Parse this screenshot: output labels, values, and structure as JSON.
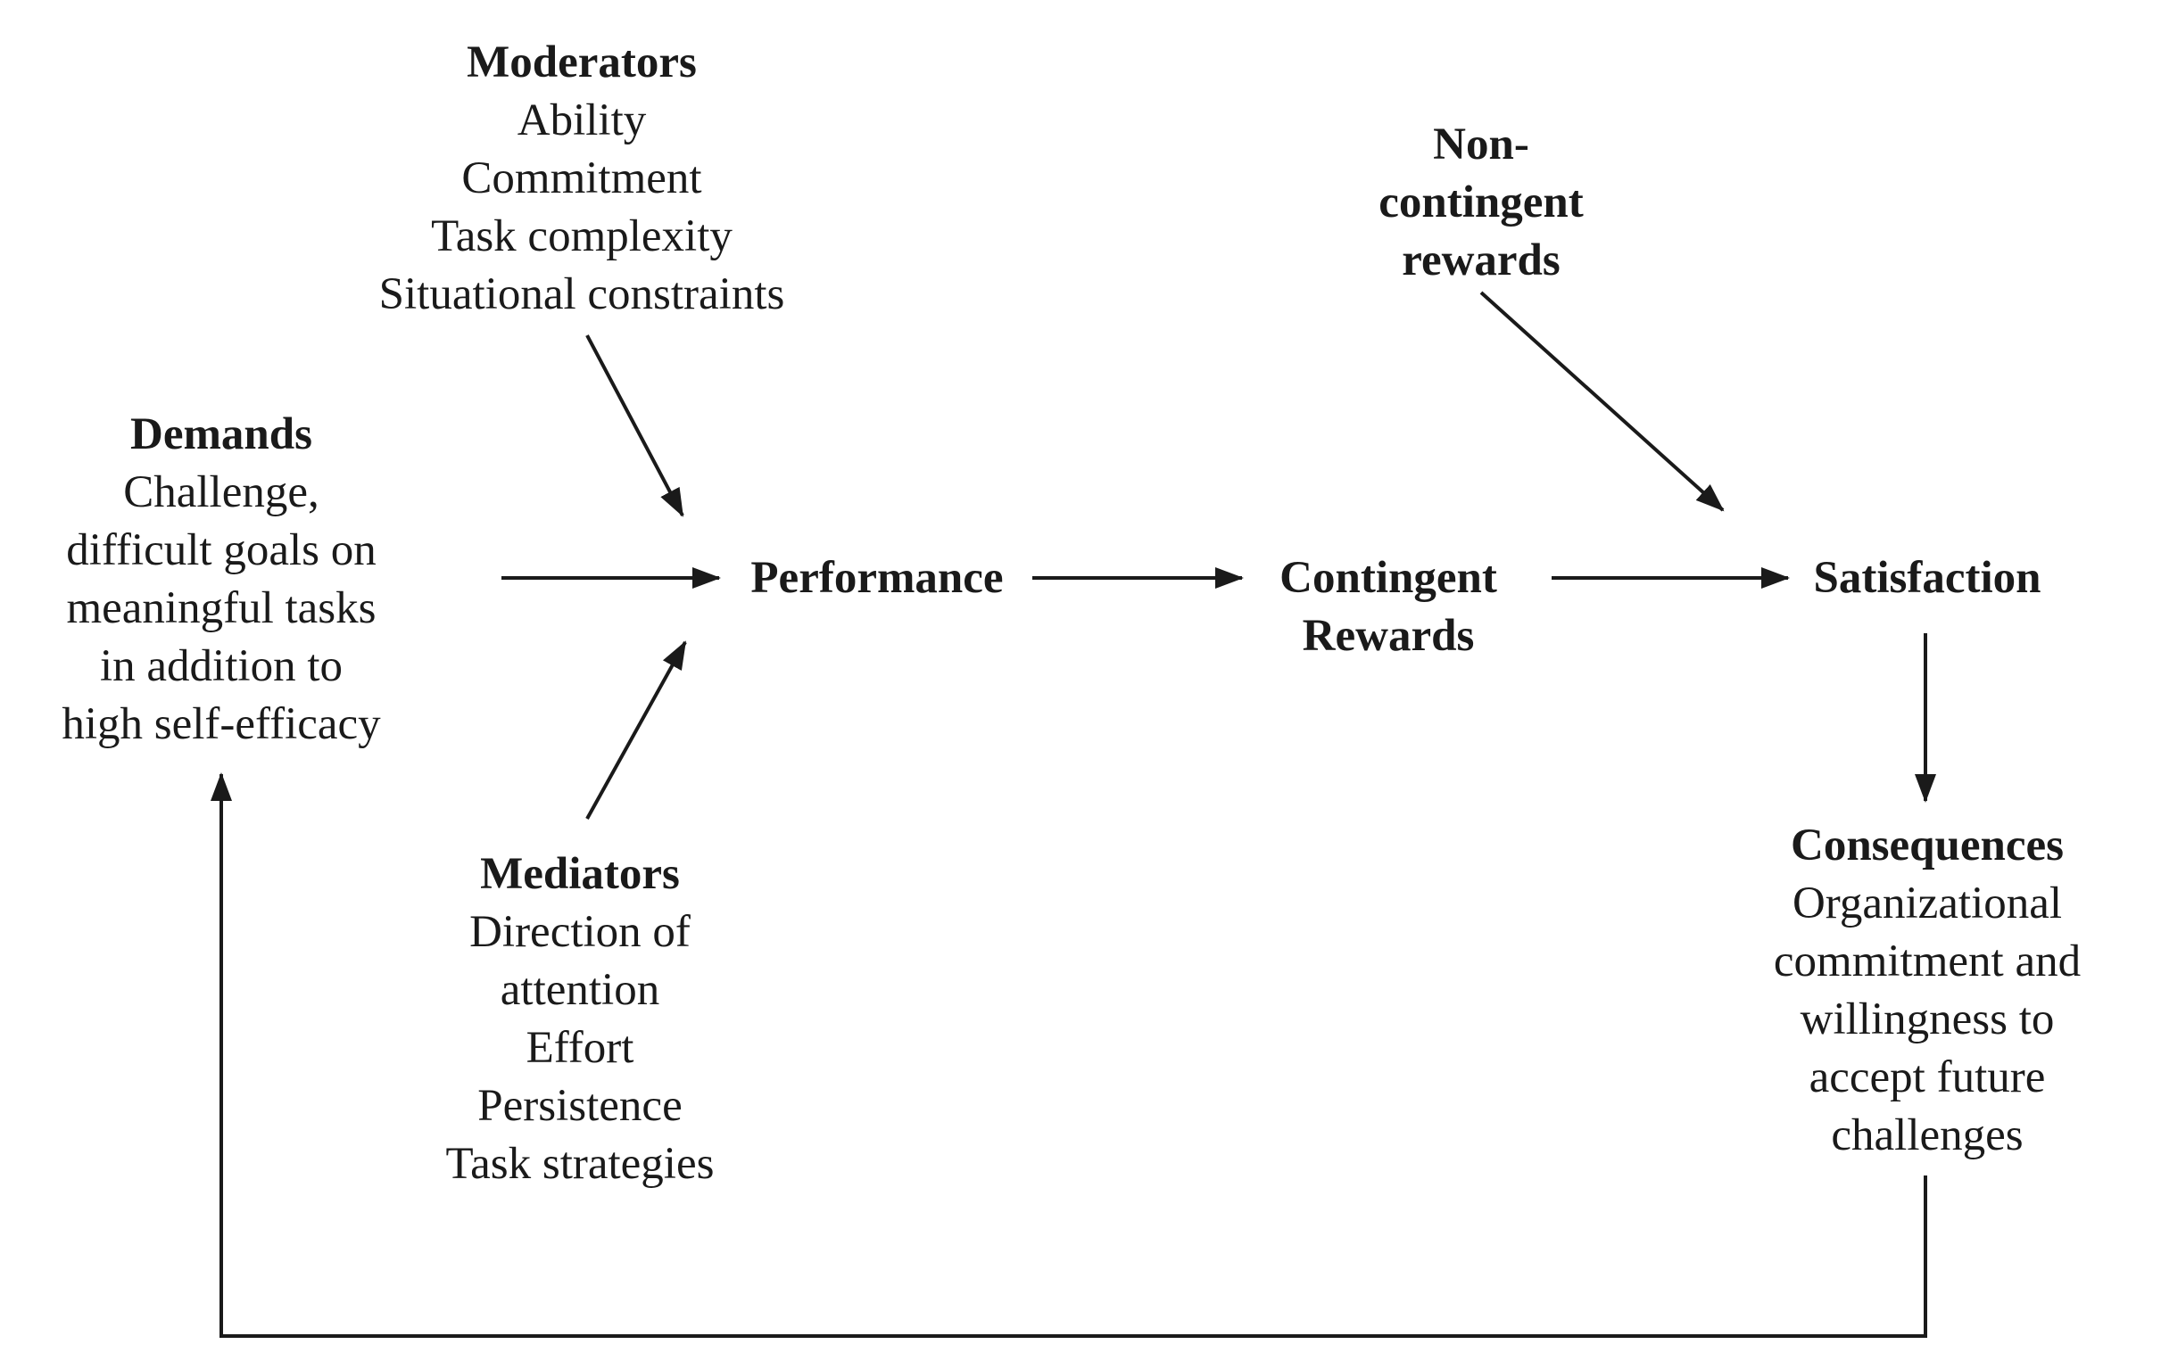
{
  "nodes": {
    "moderators": {
      "title": "Moderators",
      "lines": [
        "Ability",
        "Commitment",
        "Task complexity",
        "Situational constraints"
      ]
    },
    "non_contingent": {
      "title_lines": [
        "Non-",
        "contingent",
        "rewards"
      ]
    },
    "demands": {
      "title": "Demands",
      "lines": [
        "Challenge,",
        "difficult goals on",
        "meaningful tasks",
        "in addition to",
        "high self-efficacy"
      ]
    },
    "performance": {
      "title": "Performance"
    },
    "contingent_rewards": {
      "title_lines": [
        "Contingent",
        "Rewards"
      ]
    },
    "satisfaction": {
      "title": "Satisfaction"
    },
    "mediators": {
      "title": "Mediators",
      "lines": [
        "Direction of",
        "attention",
        "Effort",
        "Persistence",
        "Task strategies"
      ]
    },
    "consequences": {
      "title": "Consequences",
      "lines": [
        "Organizational",
        "commitment and",
        "willingness to",
        "accept future",
        "challenges"
      ]
    }
  },
  "colors": {
    "ink": "#1a1a1a",
    "background": "#ffffff"
  }
}
